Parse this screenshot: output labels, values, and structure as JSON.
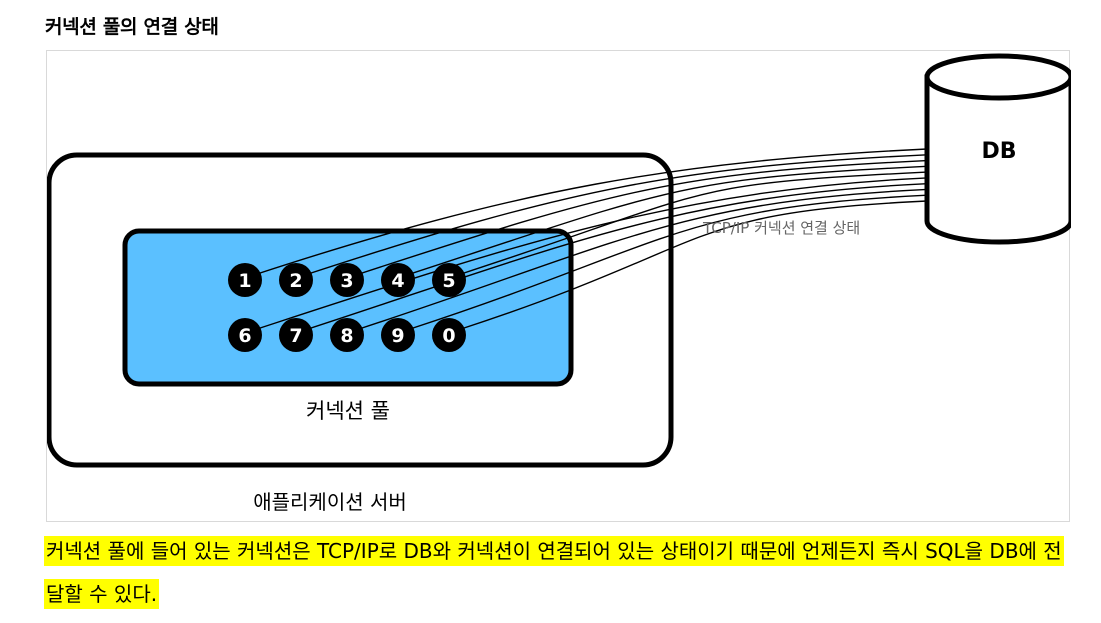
{
  "heading": "커넥션 풀의 연결 상태",
  "diagram": {
    "db_label": "DB",
    "tcp_label": "TCP/IP 커넥션 연결 상태",
    "pool_label": "커넥션 풀",
    "server_label": "애플리케이션 서버",
    "connections": [
      "1",
      "2",
      "3",
      "4",
      "5",
      "6",
      "7",
      "8",
      "9",
      "0"
    ],
    "colors": {
      "pool_fill": "#5bc0ff",
      "connection_fill": "#000000",
      "highlight": "#ffff00"
    }
  },
  "caption": "커넥션 풀에 들어 있는 커넥션은 TCP/IP로 DB와 커넥션이 연결되어 있는 상태이기 때문에 언제든지 즉시 SQL을 DB에 전달할 수 있다."
}
